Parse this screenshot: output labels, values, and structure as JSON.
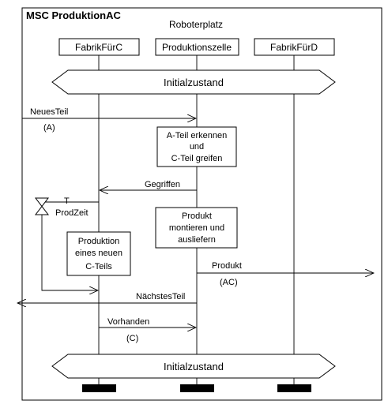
{
  "diagram": {
    "title": "MSC ProduktionAC",
    "location_label": "Roboterplatz",
    "instances": [
      {
        "id": "fc",
        "name": "FabrikFürC"
      },
      {
        "id": "pz",
        "name": "Produktionszelle"
      },
      {
        "id": "fd",
        "name": "FabrikFürD"
      }
    ],
    "conditions": {
      "top": "Initialzustand",
      "bottom": "Initialzustand"
    },
    "messages": [
      {
        "id": "neues-teil",
        "label": "NeuesTeil",
        "param": "(A)"
      },
      {
        "id": "gegriffen",
        "label": "Gegriffen",
        "param": ""
      },
      {
        "id": "produkt",
        "label": "Produkt",
        "param": "(AC)"
      },
      {
        "id": "naechstes-teil",
        "label": "NächstesTeil",
        "param": ""
      },
      {
        "id": "vorhanden",
        "label": "Vorhanden",
        "param": "(C)"
      }
    ],
    "actions": [
      {
        "id": "a-teil",
        "lines": [
          "A-Teil erkennen",
          "und",
          "C-Teil greifen"
        ]
      },
      {
        "id": "produkt-montieren",
        "lines": [
          "Produkt",
          "montieren und",
          "ausliefern"
        ]
      },
      {
        "id": "produktion-c",
        "lines": [
          "Produktion",
          "eines neuen",
          "C-Teils"
        ]
      }
    ],
    "timer": {
      "name": "T",
      "param": "ProdZeit"
    }
  }
}
